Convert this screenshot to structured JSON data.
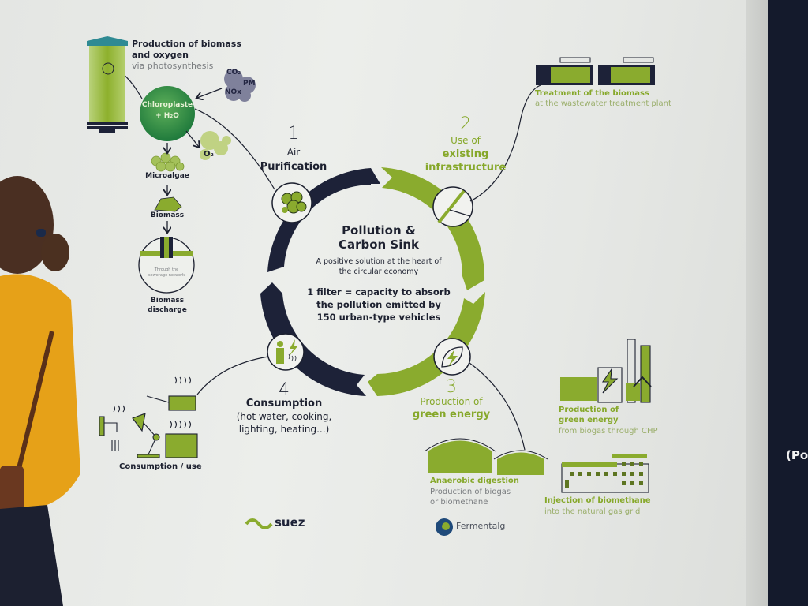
{
  "colors": {
    "green": "#86a82a",
    "navy": "#1d2238",
    "panel_bg": "#e8eae7"
  },
  "center": {
    "title_line1": "Pollution &",
    "title_line2": "Carbon Sink",
    "subtitle_line1": "A positive solution at the heart of",
    "subtitle_line2": "the circular economy",
    "fact_line1": "1 filter = capacity to absorb",
    "fact_line2": "the pollution emitted by",
    "fact_line3": "150 urban-type vehicles"
  },
  "steps": [
    {
      "number": "1",
      "line1": "Air",
      "line2": "Purification",
      "icon": "bubbles-icon"
    },
    {
      "number": "2",
      "line1": "Use of",
      "line2": "existing",
      "line3": "infrastructure",
      "icon": "pipe-icon"
    },
    {
      "number": "3",
      "line1": "Production of",
      "line2": "green energy",
      "icon": "leaf-lightning-icon"
    },
    {
      "number": "4",
      "line1": "Consumption",
      "line2": "(hot water, cooking,",
      "line3": "lighting, heating...)",
      "icon": "person-lightning-icon"
    }
  ],
  "photosynthesis": {
    "title_line1": "Production of biomass",
    "title_line2": "and oxygen",
    "subtitle": "via photosynthesis",
    "chloroplast_line1": "Chloroplaste",
    "chloroplast_line2": "+ H₂O",
    "pollutants": [
      "CO₂",
      "PM",
      "NOx"
    ],
    "oxygen": "O₂"
  },
  "left_flow": {
    "microalgae": "Microalgae",
    "biomass": "Biomass",
    "network_line1": "Through the",
    "network_line2": "sewerage network",
    "discharge_line1": "Biomass",
    "discharge_line2": "discharge"
  },
  "treatment": {
    "title": "Treatment of the biomass",
    "subtitle": "at the wastewater treatment plant"
  },
  "chp": {
    "title_line1": "Production of",
    "title_line2": "green energy",
    "subtitle": "from biogas through CHP"
  },
  "digestion": {
    "title": "Anaerobic digestion",
    "subtitle_line1": "Production of biogas",
    "subtitle_line2": "or biomethane"
  },
  "injection": {
    "title": "Injection of biomethane",
    "subtitle": "into the natural gas grid"
  },
  "consumption_use": {
    "label": "Consumption / use"
  },
  "logos": {
    "suez": "suez",
    "fermentalg": "Fermentalg"
  },
  "edge_text": "(Po"
}
